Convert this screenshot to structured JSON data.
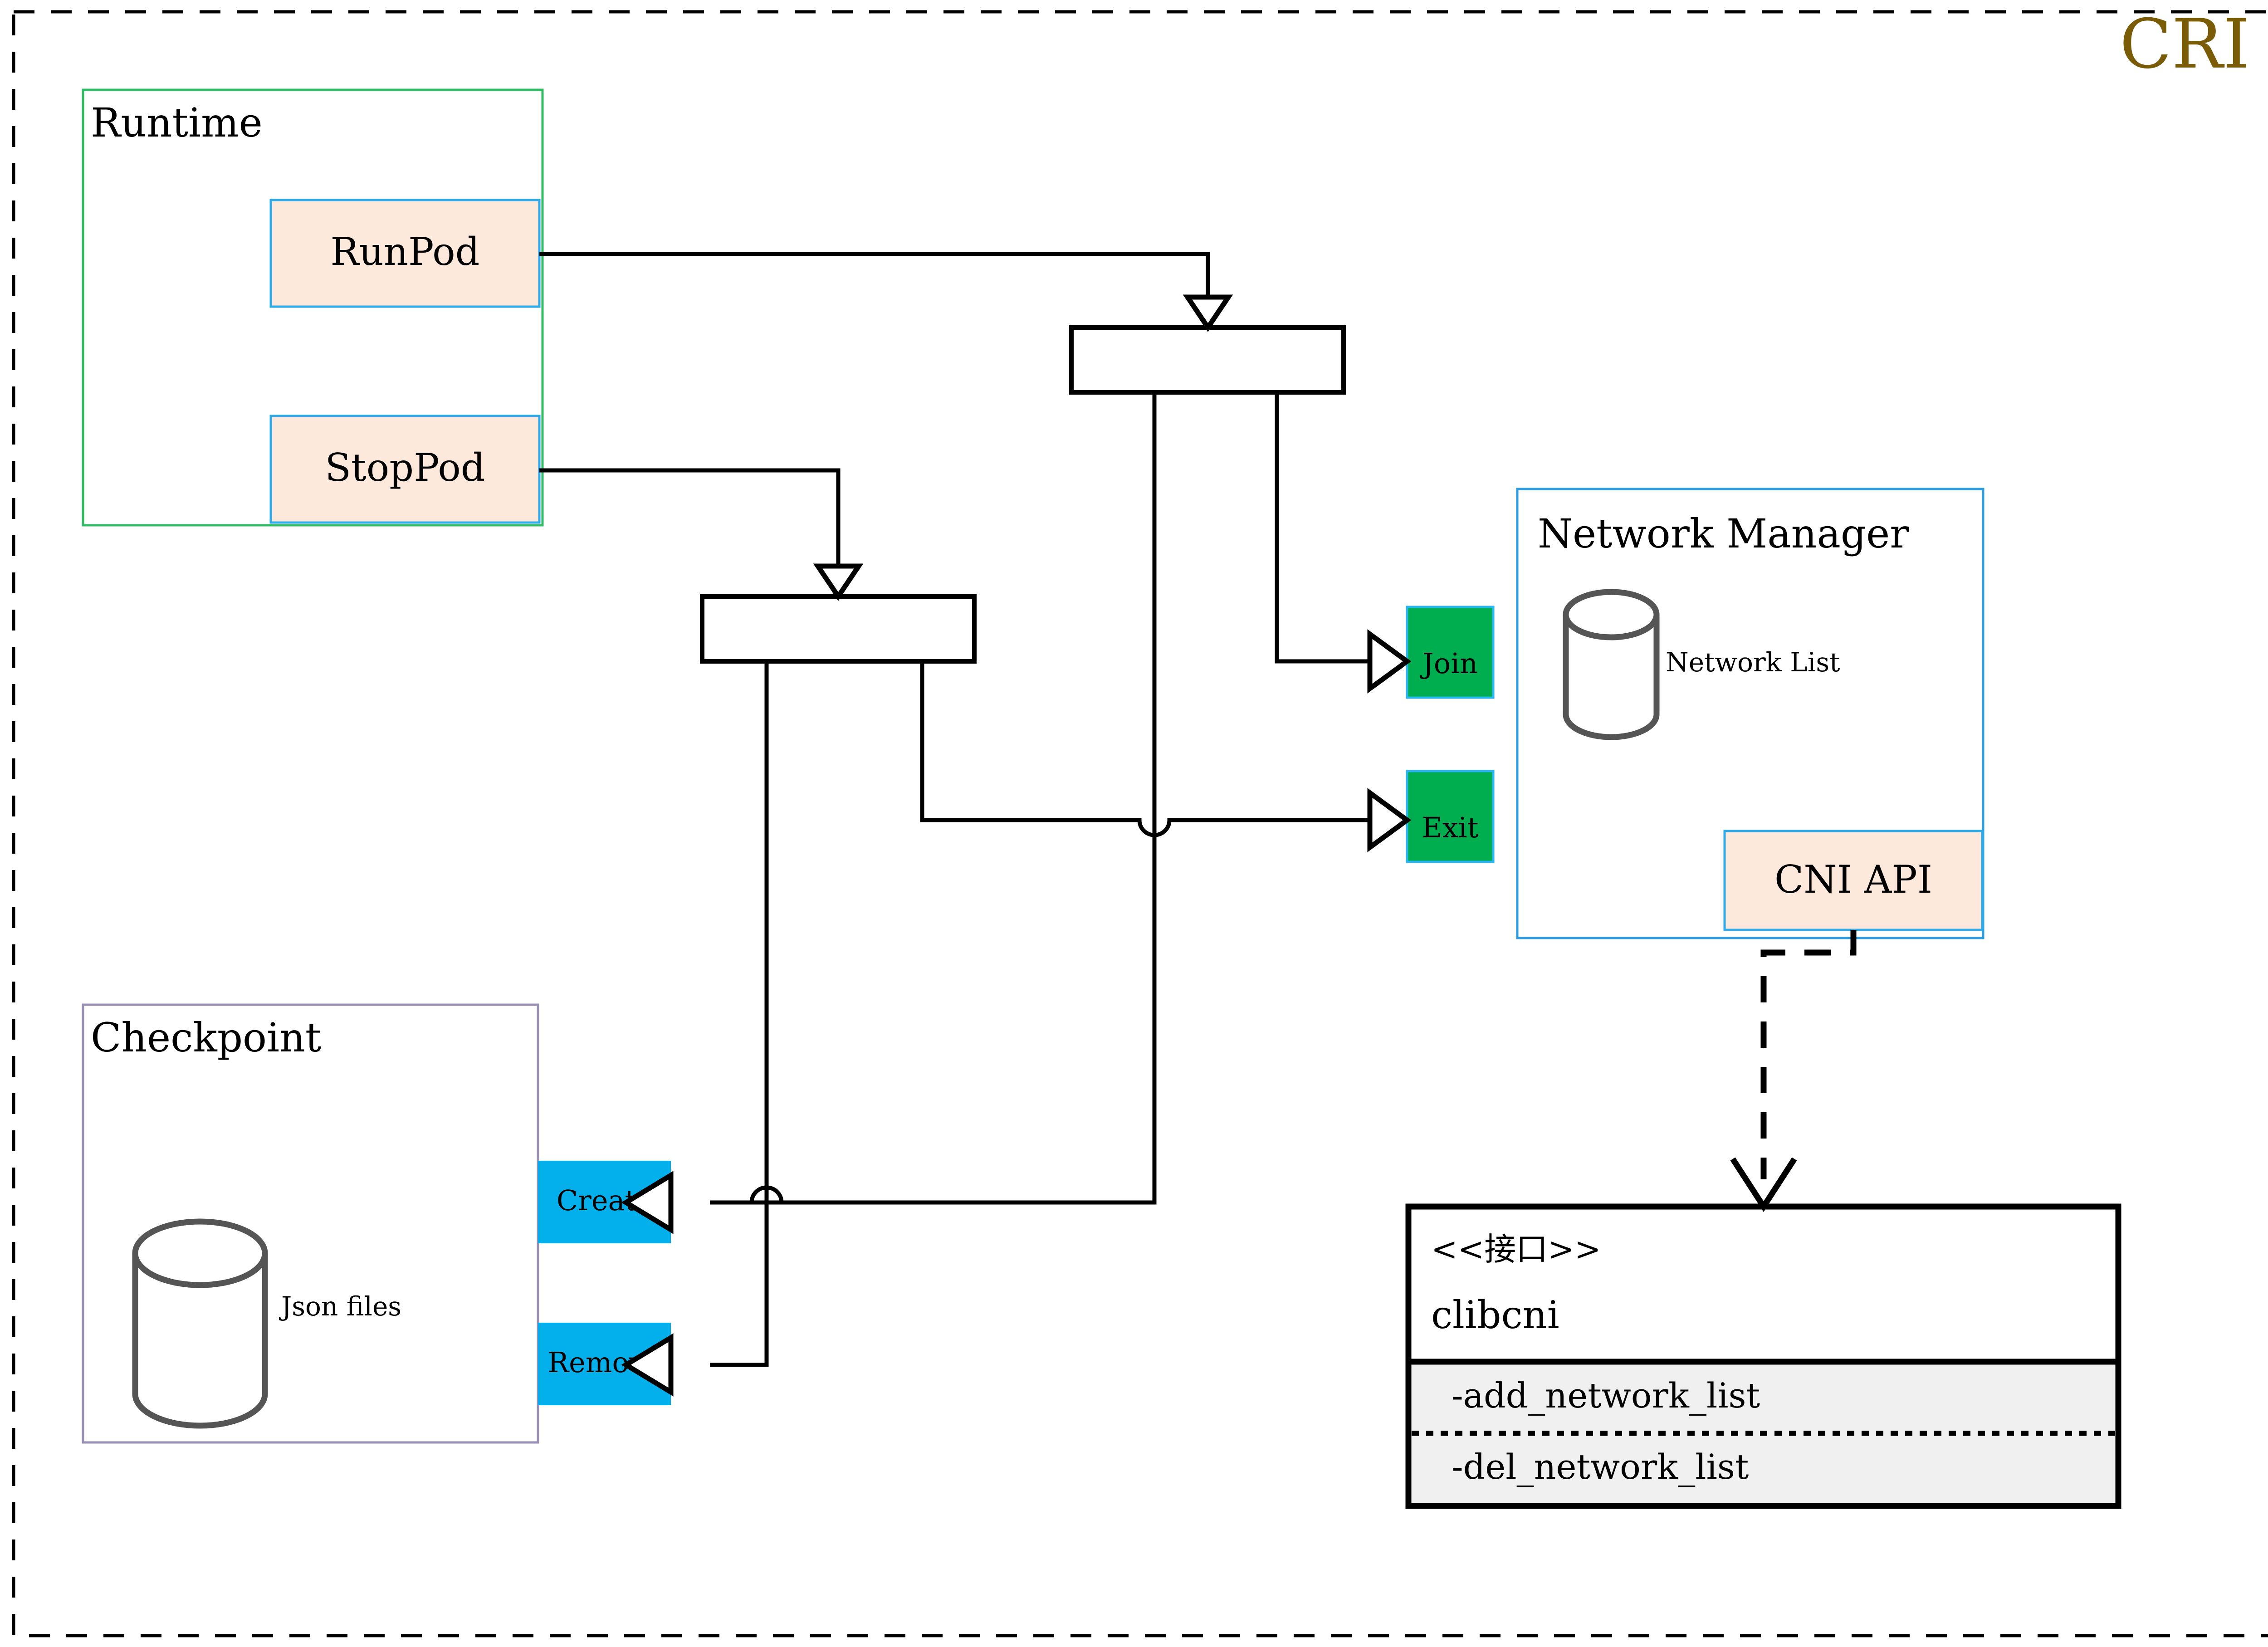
{
  "diagram": {
    "title": "CRI",
    "title_color": "#7a5c06",
    "frame": {
      "style": "dashed"
    }
  },
  "containers": {
    "runtime": {
      "label": "Runtime",
      "border_color": "#2fbc63"
    },
    "checkpoint": {
      "label": "Checkpoint",
      "border_color": "#9a8fb5"
    },
    "network_manager": {
      "label": "Network Manager",
      "border_color": "#2e9ee0"
    }
  },
  "nodes": {
    "run_pod": {
      "label": "RunPod",
      "fill": "#fce9dc",
      "border": "#2eabe8"
    },
    "stop_pod": {
      "label": "StopPod",
      "fill": "#fce9dc",
      "border": "#2eabe8"
    },
    "join": {
      "label": "Join",
      "fill": "#00ad4f",
      "border": "#29b6f0"
    },
    "exit": {
      "label": "Exit",
      "fill": "#00ad4f",
      "border": "#29b6f0"
    },
    "create": {
      "label": "Create",
      "fill": "#03b0ec"
    },
    "remove": {
      "label": "Remove",
      "fill": "#03b0ec"
    },
    "cni_api": {
      "label": "CNI API",
      "fill": "#fce9dc",
      "border": "#2eabe8"
    },
    "network_list": {
      "label": "Network List",
      "icon": "database-cylinder-icon"
    },
    "json_files": {
      "label": "Json files",
      "icon": "database-cylinder-icon"
    }
  },
  "interface": {
    "stereotype": "<<接口>>",
    "name": "clibcni",
    "operations": [
      "-add_network_list",
      "-del_network_list"
    ]
  },
  "forks": {
    "top_fork": {
      "name": "run-pod-fork-bar"
    },
    "bottom_fork": {
      "name": "stop-pod-fork-bar"
    }
  }
}
